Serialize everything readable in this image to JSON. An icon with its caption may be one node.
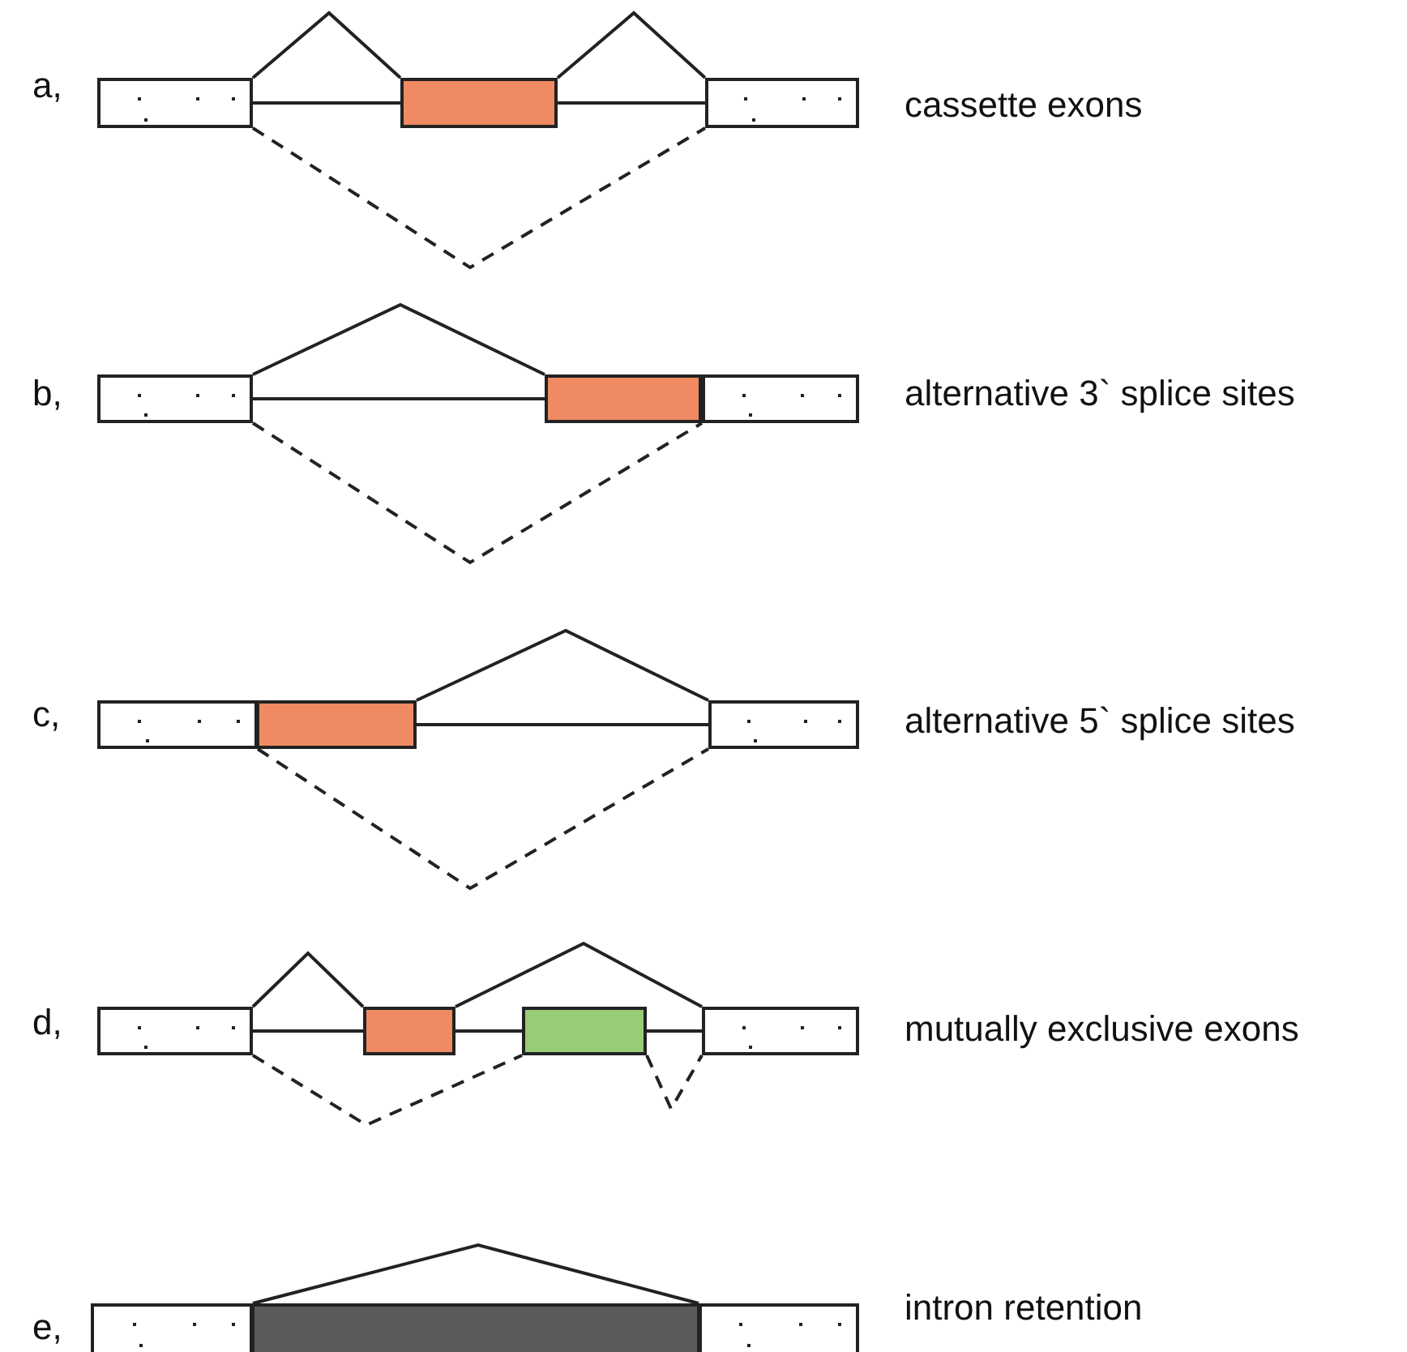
{
  "diagram": {
    "nodes": [
      {
        "text": [],
        "shape": "box"
      },
      {
        "text": [],
        "shape": "box"
      },
      {
        "text": [],
        "shape": "box"
      },
      {
        "text": [],
        "shape": "box"
      },
      {
        "text": [],
        "shape": "box"
      },
      {
        "text": [],
        "shape": "box"
      },
      {
        "text": [],
        "shape": "box"
      },
      {
        "text": [],
        "shape": "box"
      },
      {
        "text": [],
        "shape": "box"
      },
      {
        "text": [],
        "shape": "box"
      },
      {
        "text": [],
        "shape": "box"
      },
      {
        "text": [],
        "shape": "box"
      },
      {
        "text": [],
        "shape": "box"
      },
      {
        "text": [],
        "shape": "box"
      },
      {
        "text": [],
        "shape": "bar"
      },
      {
        "text": [],
        "shape": "box"
      }
    ],
    "edges": [
      {
        "from": 0,
        "to": 1,
        "arrow": "none"
      },
      {
        "from": 0,
        "to": 1,
        "arrow": "none"
      },
      {
        "from": 1,
        "to": 2,
        "arrow": "none"
      },
      {
        "from": 1,
        "to": 2,
        "arrow": "none"
      },
      {
        "from": 0,
        "to": 2,
        "arrow": "none",
        "style": "dashed"
      },
      {
        "from": 3,
        "to": 4,
        "arrow": "none"
      },
      {
        "from": 3,
        "to": 4,
        "arrow": "none"
      },
      {
        "from": 3,
        "to": 5,
        "arrow": "none",
        "style": "dashed"
      },
      {
        "from": 7,
        "to": 8,
        "arrow": "none"
      },
      {
        "from": 7,
        "to": 8,
        "arrow": "none"
      },
      {
        "from": 6,
        "to": 8,
        "arrow": "none",
        "style": "dashed"
      },
      {
        "from": 9,
        "to": 10,
        "arrow": "none"
      },
      {
        "from": 9,
        "to": 10,
        "arrow": "none"
      },
      {
        "from": 10,
        "to": 12,
        "arrow": "none"
      },
      {
        "from": 10,
        "to": 11,
        "arrow": "none"
      },
      {
        "from": 11,
        "to": 12,
        "arrow": "none"
      },
      {
        "from": 9,
        "to": 11,
        "arrow": "none",
        "style": "dashed"
      },
      {
        "from": 11,
        "to": 12,
        "arrow": "none",
        "style": "dashed"
      },
      {
        "from": 13,
        "to": 15,
        "arrow": "none"
      }
    ],
    "labels": [
      "a,",
      "cassette exons",
      "b,",
      "alternative 3` splice sites",
      "c,",
      "alternative 5` splice sites",
      "d,",
      "mutually exclusive exons",
      "e,",
      "intron retention"
    ]
  }
}
